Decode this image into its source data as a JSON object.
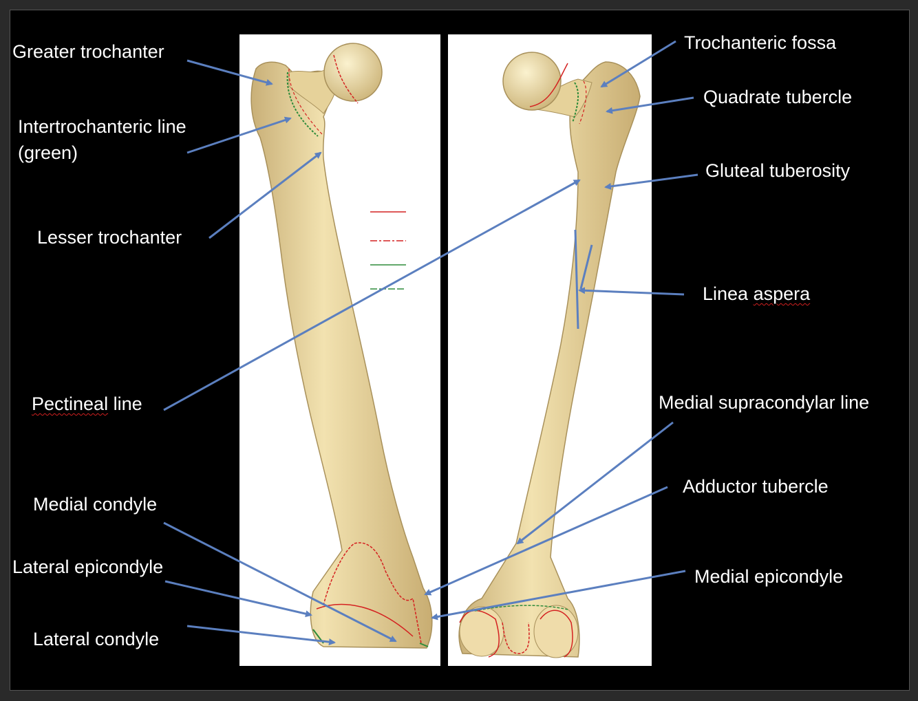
{
  "labels": {
    "greater_trochanter": "Greater trochanter",
    "intertrochanteric_line_1": "Intertrochanteric line",
    "intertrochanteric_line_2": "(green)",
    "lesser_trochanter": "Lesser trochanter",
    "pectineal_line_word": "Pectineal",
    "pectineal_line_rest": " line",
    "medial_condyle": "Medial condyle",
    "lateral_epicondyle": "Lateral epicondyle",
    "lateral_condyle": "Lateral condyle",
    "trochanteric_fossa": "Trochanteric fossa",
    "quadrate_tubercle": "Quadrate tubercle",
    "gluteal_tuberosity": "Gluteal tuberosity",
    "linea_aspera_word1": "Linea ",
    "linea_aspera_word2": "aspera",
    "medial_supracondylar_line": "Medial supracondylar line",
    "adductor_tubercle": "Adductor tubercle",
    "medial_epicondyle": "Medial epicondyle"
  },
  "colors": {
    "background": "#000000",
    "label_text": "#ffffff",
    "arrow": "#5b7fbf",
    "bone": "#e8d49a",
    "bone_shade": "#c9b078",
    "red_line": "#d42020",
    "green_line": "#2e8b3a",
    "panel": "#ffffff"
  },
  "legend_swatches": [
    "red-solid",
    "red-dashed",
    "green-solid",
    "green-dashed"
  ]
}
